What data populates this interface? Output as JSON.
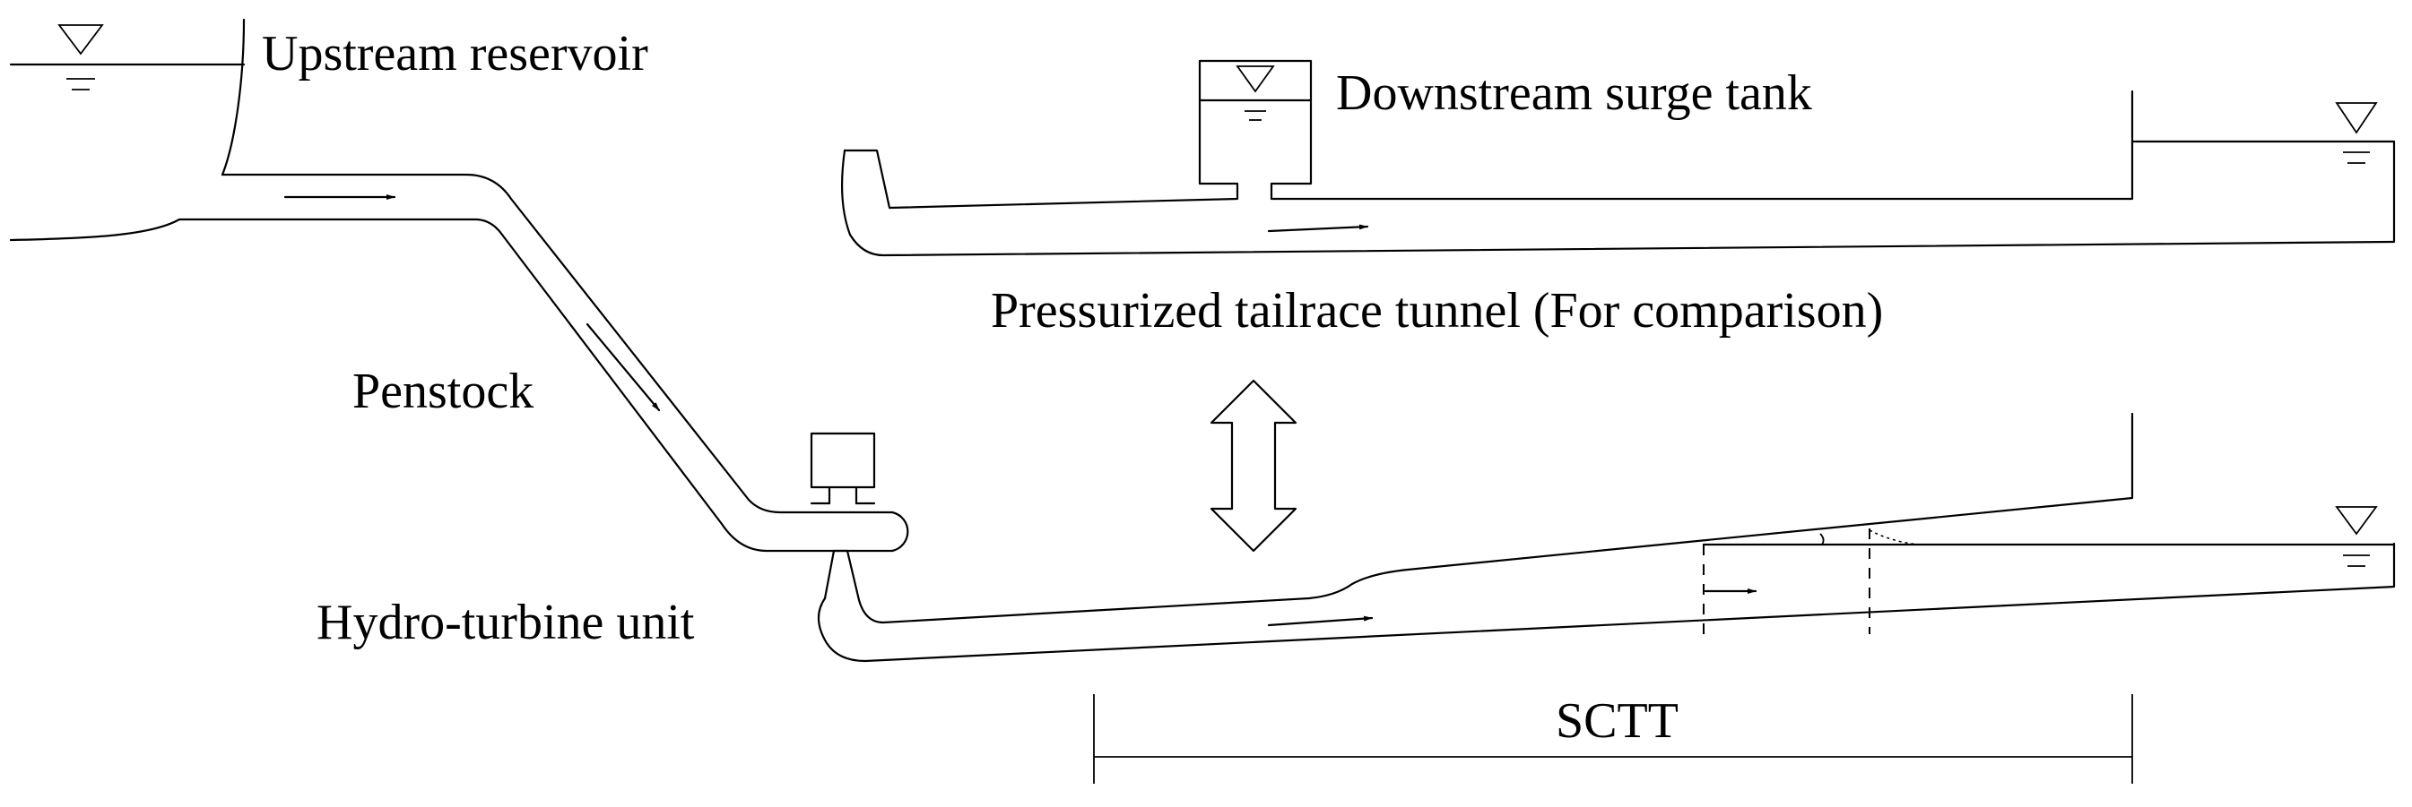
{
  "labels": {
    "upstream_reservoir": "Upstream reservoir",
    "downstream_surge_tank": "Downstream surge tank",
    "pressurized_tailrace": "Pressurized tailrace tunnel (For comparison)",
    "penstock": "Penstock",
    "hydro_turbine_unit": "Hydro-turbine unit",
    "sctt": "SCTT"
  },
  "colors": {
    "line": "#000000",
    "background": "#ffffff"
  }
}
